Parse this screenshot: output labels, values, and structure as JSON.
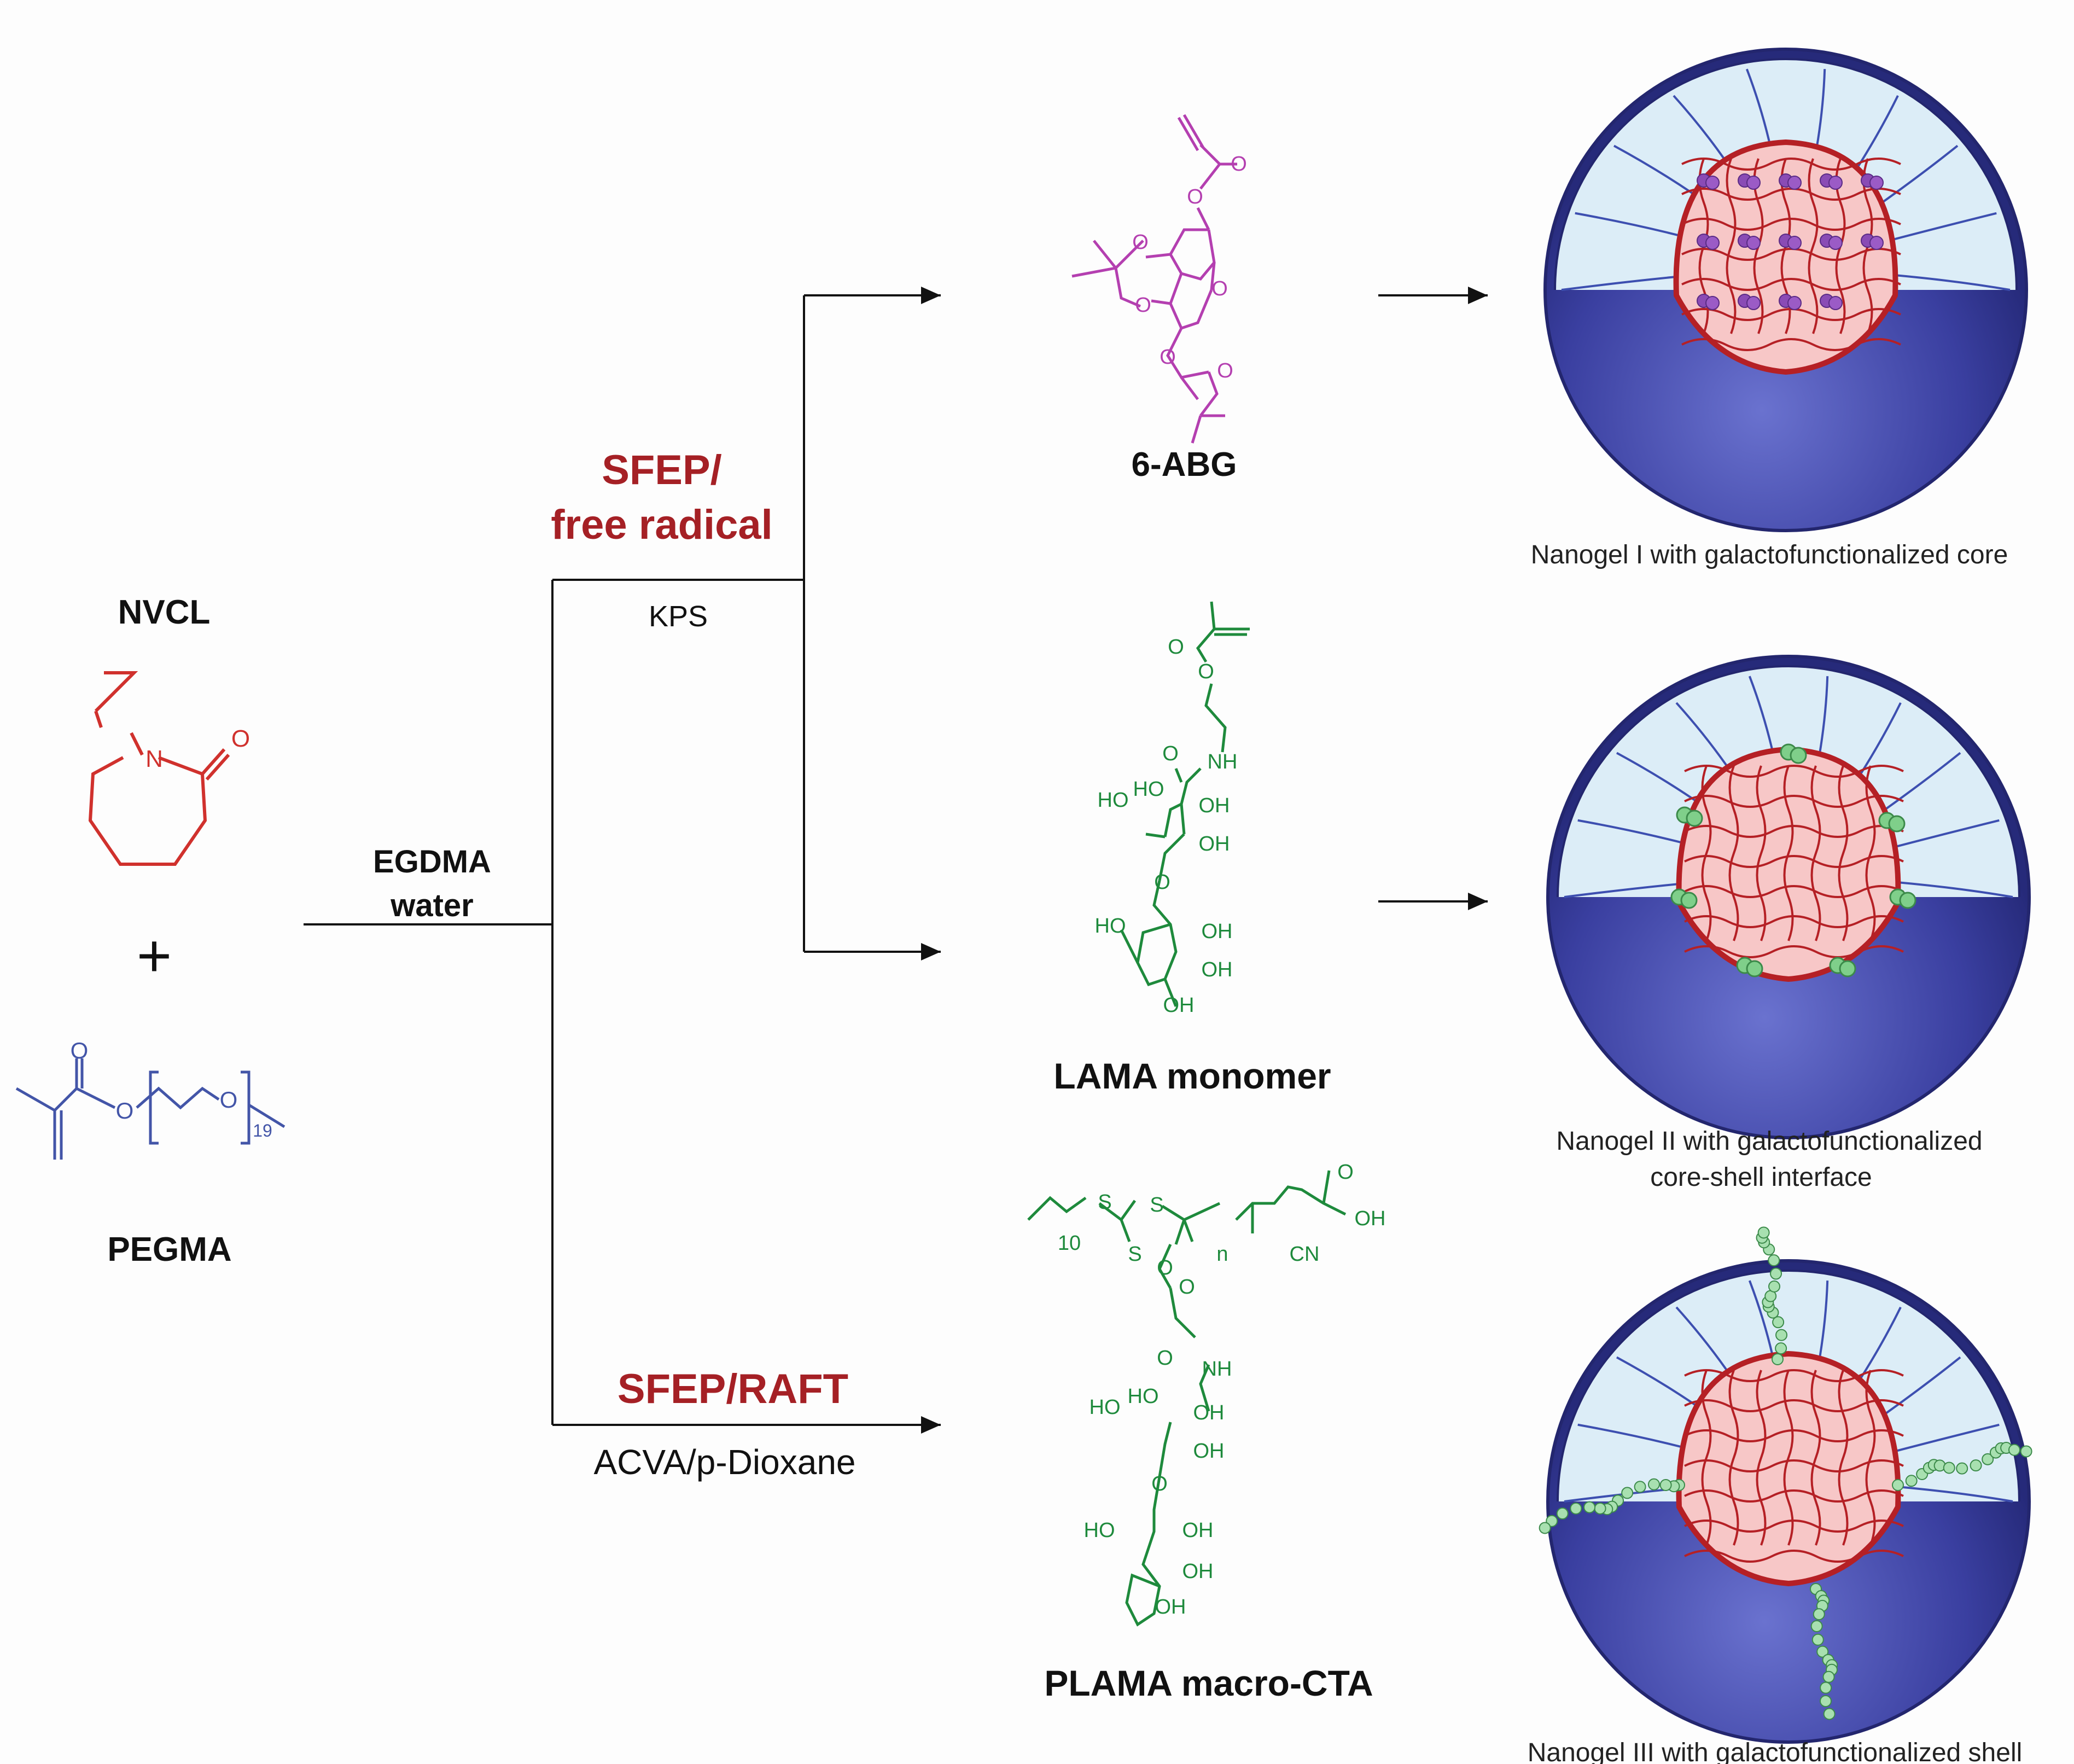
{
  "reactants": {
    "nvcl": "NVCL",
    "plus": "+",
    "pegma": "PEGMA",
    "peg_repeat": "19",
    "nvcl_N": "N",
    "nvcl_O": "O",
    "peg_O1": "O",
    "peg_O2": "O",
    "peg_O3": "O"
  },
  "conditions": {
    "egdma": "EGDMA",
    "water": "water",
    "kps": "KPS",
    "sfep_free_radical_1": "SFEP/",
    "sfep_free_radical_2": "free radical",
    "sfep_raft": "SFEP/RAFT",
    "acva": "ACVA/p-Dioxane"
  },
  "monomers": {
    "abg": "6-ABG",
    "lama": "LAMA monomer",
    "plama": "PLAMA macro-CTA"
  },
  "atoms": {
    "O": "O",
    "NH": "NH",
    "HO": "HO",
    "OH": "OH",
    "S": "S",
    "CN": "CN",
    "n": "n",
    "ten": "10"
  },
  "nanogels": {
    "ng1": "Nanogel I with galactofunctionalized core",
    "ng2_line1": "Nanogel II with galactofunctionalized",
    "ng2_line2": "core-shell interface",
    "ng3": "Nanogel III with galactofunctionalized shell"
  },
  "colors": {
    "red": "#d0312d",
    "darkred": "#a52025",
    "blue": "#4355a8",
    "magenta": "#b43fb0",
    "green": "#1e8a3c",
    "shell": "#3a3fa0",
    "core": "#f7c7c7",
    "inner": "#dcedf7"
  }
}
